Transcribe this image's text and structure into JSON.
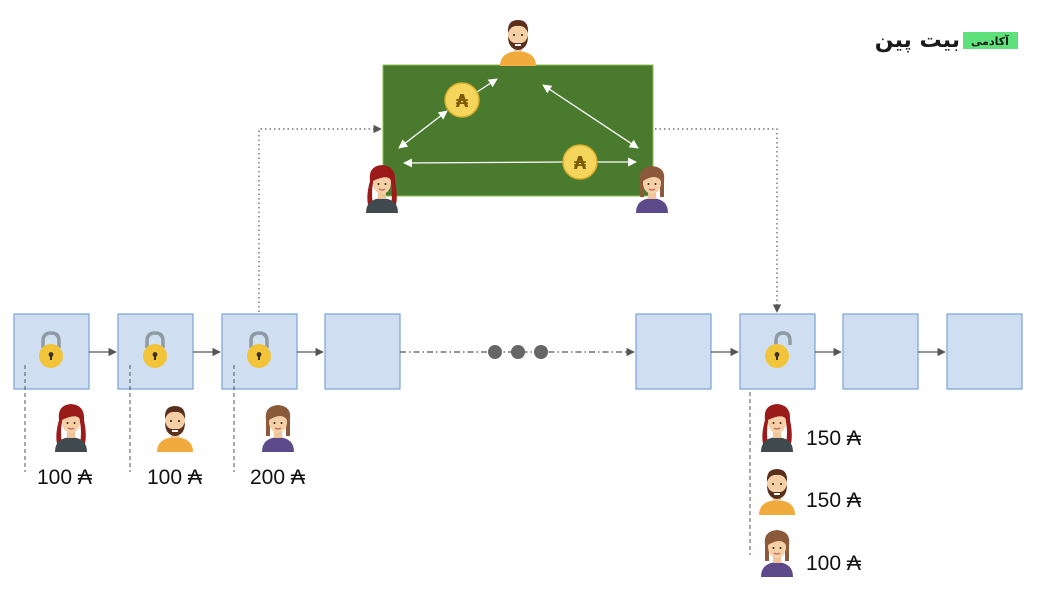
{
  "logo": {
    "name": "بیت پین",
    "tag": "آکادمی",
    "tag_color": "#5ee07a"
  },
  "currency_symbol": "₳",
  "channel": {
    "color": "#4a7a2e",
    "coins": [
      "₳",
      "₳"
    ]
  },
  "initial_balances": [
    {
      "person": "woman-red-hair",
      "amount": "100 ₳"
    },
    {
      "person": "bearded-man",
      "amount": "100 ₳"
    },
    {
      "person": "woman-brown-hair",
      "amount": "200 ₳"
    }
  ],
  "final_balances": [
    {
      "person": "woman-red-hair",
      "amount": "150 ₳"
    },
    {
      "person": "bearded-man",
      "amount": "150 ₳"
    },
    {
      "person": "woman-brown-hair",
      "amount": "100 ₳"
    }
  ],
  "colors": {
    "block_fill": "#cfdff1",
    "block_stroke": "#7aa3d6",
    "lock": "#f2c43a",
    "ellipsis": "#666666"
  }
}
